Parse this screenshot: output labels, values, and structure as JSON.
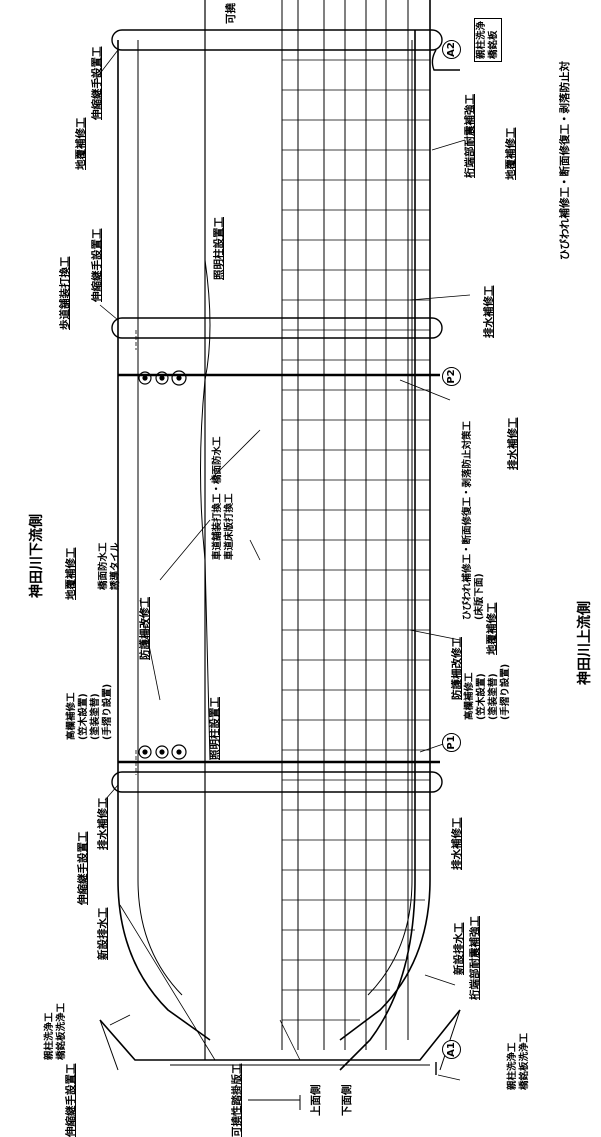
{
  "sides": {
    "downstream": "神田川下流側",
    "upstream": "神田川上流側"
  },
  "faces": {
    "top": "上面側",
    "bottom": "下面側"
  },
  "piers": {
    "a1": "A1",
    "a2": "A2",
    "p1": "P1",
    "p2": "P2"
  },
  "left_labels": {
    "grating_top": "可撓性踏掛版工",
    "expansion_joint_bl": "伸縮継手設置工",
    "parent_pillar_tl": [
      "親柱洗浄工",
      "橋銘板洗浄工"
    ],
    "new_drainage_top": "新設排水工",
    "expansion_joint_1": "伸縮継手設置工",
    "drainage_repair_top": "排水補修工",
    "lighting_pole_1": "照明柱設置工",
    "railing_group": [
      "高欄補修工",
      "(笠木設置)",
      "(塗装塗替)",
      "(手摺り設置)"
    ],
    "guard_fence_1": "防護柵改修工",
    "curb_repair_1": "地覆補修工",
    "sidewalk_waterproof": [
      "橋面防水工",
      "誘導タイル"
    ],
    "roadway_paving": [
      "車道舗装打換工・橋面防水工",
      "車道床版打換工"
    ],
    "sidewalk_paving": "歩道舗装打換工",
    "expansion_joint_2": "伸縮継手設置工",
    "lighting_pole_2": "照明柱設置工",
    "curb_repair_2": "地覆補修工",
    "expansion_joint_3": "伸縮継手設置工",
    "top_right_cut": "可撓",
    "parent_pillar_tr": [
      "親柱洗浄",
      "橋銘板"
    ]
  },
  "right_labels": {
    "parent_pillar_bl": [
      "親柱洗浄工",
      "橋銘板洗浄工"
    ],
    "girder_end_seismic_1": "桁端部耐震補強工",
    "new_drainage_bottom": "新設排水工",
    "drainage_repair_1": "排水補修工",
    "railing_group": [
      "高欄補修工",
      "(笠木設置)",
      "(塗装塗替)",
      "(手摺り設置)"
    ],
    "guard_fence_2": "防護柵改修工",
    "curb_repair_3": "地覆補修工",
    "crack_repair_1": [
      "ひびわれ補修工・断面修復工・剥落防止対策工",
      "(床版下面)"
    ],
    "drainage_repair_2": "排水補修工",
    "drainage_repair_3": "排水補修工",
    "crack_repair_2": "ひびわれ補修工・断面修復工・剥落防止対",
    "curb_repair_4": "地覆補修工",
    "girder_end_seismic_2": "桁端部耐震補強工"
  }
}
